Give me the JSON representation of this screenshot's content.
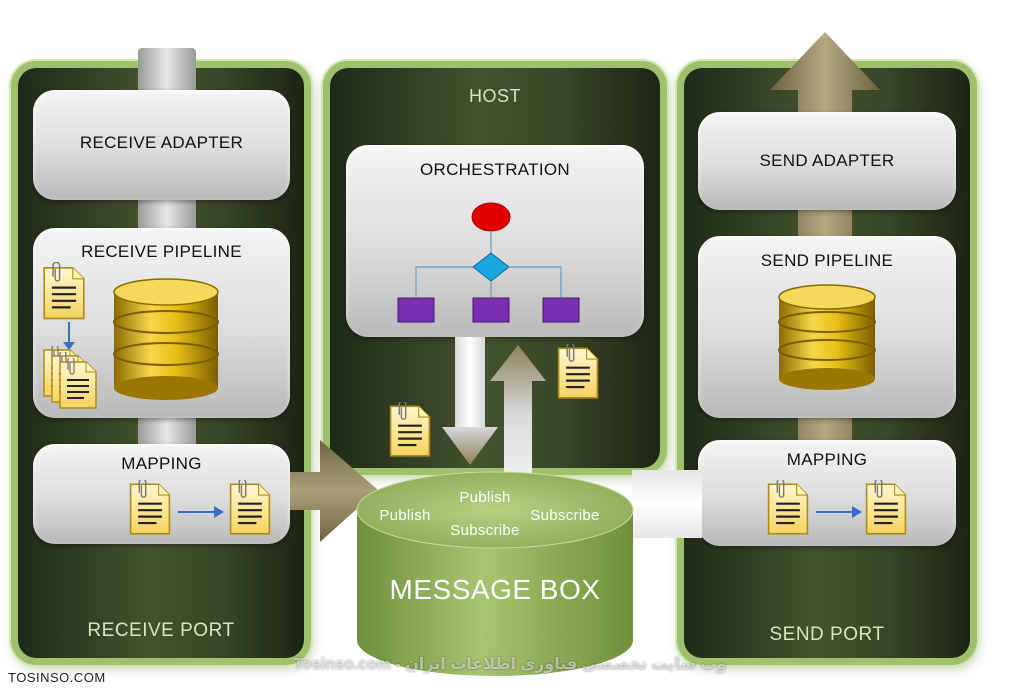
{
  "receive_port": {
    "adapter": "RECEIVE ADAPTER",
    "pipeline": "RECEIVE PIPELINE",
    "mapping": "MAPPING",
    "port_label": "RECEIVE PORT"
  },
  "host": {
    "label": "HOST",
    "orchestration": "ORCHESTRATION"
  },
  "send_port": {
    "adapter": "SEND ADAPTER",
    "pipeline": "SEND PIPELINE",
    "mapping": "MAPPING",
    "port_label": "SEND PORT"
  },
  "message_box": {
    "title": "MESSAGE BOX",
    "publish_left": "Publish",
    "publish_top": "Publish",
    "subscribe_center": "Subscribe",
    "subscribe_right": "Subscribe"
  },
  "watermark": {
    "bottom_text": "Tosinso.com - وب سایت تخصصی فناوری اطلاعات ایران",
    "corner_text": "TOSINSO.COM"
  },
  "colors": {
    "panel_border": "#9fc06c",
    "flow_arrow": "#8b8158",
    "message_box": "#8aaa55",
    "orchestration_start": "#e00000",
    "orchestration_decision": "#1aa7e0",
    "orchestration_action": "#7a2fb0"
  }
}
